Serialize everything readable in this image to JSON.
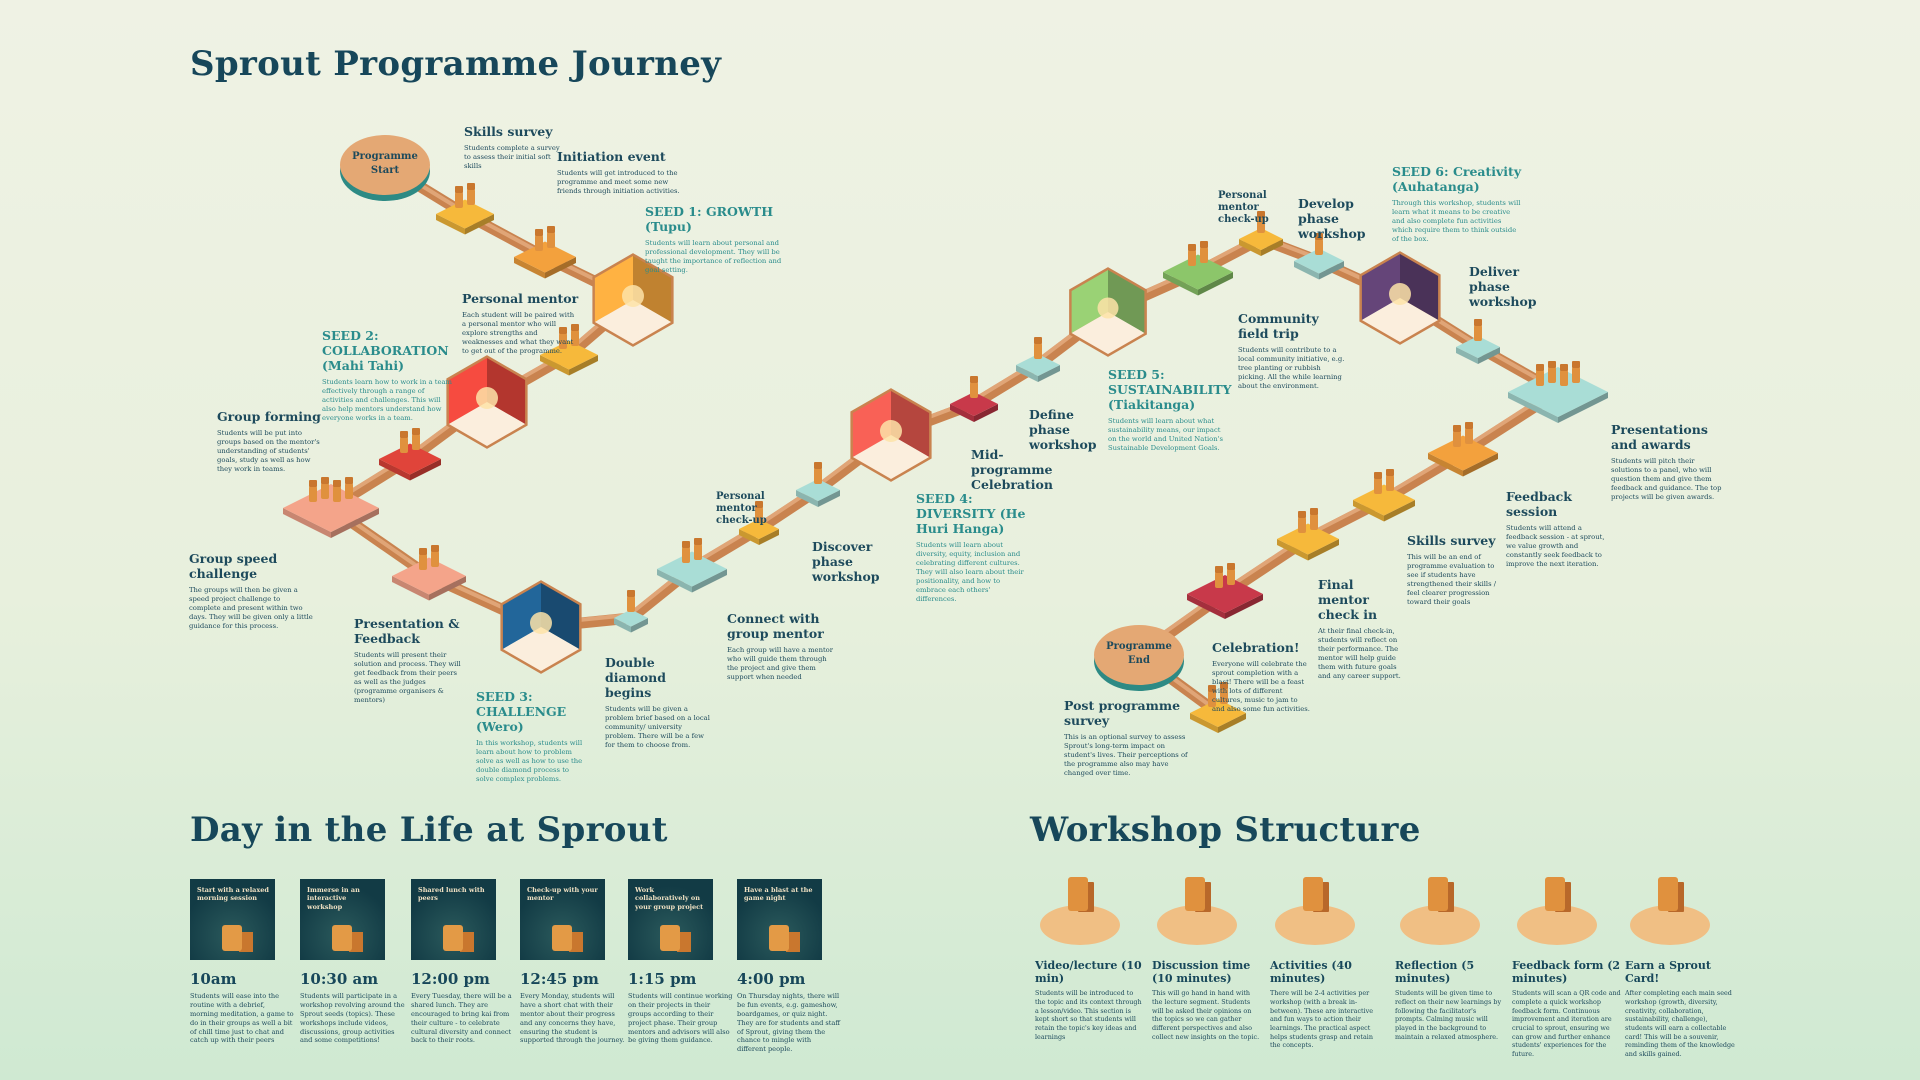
{
  "titles": {
    "journey": "Sprout Programme Journey",
    "day": "Day in the Life at Sprout",
    "workshop": "Workshop Structure"
  },
  "colors": {
    "path": "#c9834f",
    "heading": "#17475a",
    "seed": "#2a8c8c"
  },
  "journey": {
    "nodes": [
      {
        "title": "Programme Start",
        "kind": "circle"
      },
      {
        "title": "Skills survey",
        "desc": "Students complete a survey to assess their initial soft skills",
        "color": "#f6b93b"
      },
      {
        "title": "Initiation event",
        "desc": "Students will get introduced to the programme and meet some new friends through initiation activities.",
        "color": "#f3a13d"
      },
      {
        "title": "SEED 1: GROWTH (Tupu)",
        "desc": "Students will learn about personal and professional development. They will be taught the importance of reflection and goal setting.",
        "color": "#f0a23c",
        "seed": true
      },
      {
        "title": "Personal mentor",
        "desc": "Each student will be paired with a personal mentor who will explore strengths and weaknesses and what they want to get out of the programme.",
        "color": "#f6b93b"
      },
      {
        "title": "SEED 2: COLLABORATION (Mahi Tahi)",
        "desc": "Students learn how to work in a team effectively through a range of activities and challenges. This will also help mentors understand how everyone works in a team.",
        "color": "#e0443a",
        "seed": true
      },
      {
        "title": "Group forming",
        "desc": "Students will be put into groups based on the mentor's understanding of students' goals, study as well as how they work in teams.",
        "color": "#e0443a"
      },
      {
        "title": "Group speed challenge",
        "desc": "The groups will then be given a speed project challenge to complete and present within two days. They will be given only a little guidance for this process.",
        "color": "#f4a48a"
      },
      {
        "title": "Presentation & Feedback",
        "desc": "Students will present their solution and process. They will get feedback from their peers as well as the judges (programme organisers & mentors)",
        "color": "#f4a48a"
      },
      {
        "title": "SEED 3: CHALLENGE (Wero)",
        "desc": "In this workshop, students will learn about how to problem solve as well as how to use the double diamond process to solve complex problems.",
        "color": "#1f5d8c",
        "seed": true
      },
      {
        "title": "Double diamond begins",
        "desc": "Students will be given a problem brief based on a local community/ university problem. There will be a few for them to choose from.",
        "color": "#a9ddd6"
      },
      {
        "title": "Connect with group mentor",
        "desc": "Each group will have a mentor who will guide them through the project and give them support when needed",
        "color": "#a9ddd6"
      },
      {
        "title": "Personal mentor check-up",
        "color": "#f6b93b",
        "small": true
      },
      {
        "title": "Discover phase workshop",
        "color": "#a9ddd6"
      },
      {
        "title": "SEED 4: DIVERSITY (He Huri Hanga)",
        "desc": "Students will learn about diversity, equity, inclusion and celebrating different cultures. They will also learn about their positionality, and how to embrace each others' differences.",
        "color": "#e2584e",
        "seed": true
      },
      {
        "title": "Mid-programme Celebration",
        "color": "#c8394a"
      },
      {
        "title": "Define phase workshop",
        "color": "#a9ddd6"
      },
      {
        "title": "SEED 5: SUSTAINABILITY (Tiakitanga)",
        "desc": "Students will learn about what sustainability means, our impact on the world and United Nation's Sustainable Development Goals.",
        "color": "#8cbf6a",
        "seed": true
      },
      {
        "title": "Community field trip",
        "desc": "Students will contribute to a local community initiative, e.g. tree planting or rubbish picking. All the while learning about the environment.",
        "color": "#8cc66a"
      },
      {
        "title": "Personal mentor check-up",
        "color": "#f6b93b",
        "small": true
      },
      {
        "title": "Develop phase workshop",
        "color": "#a9ddd6"
      },
      {
        "title": "SEED 6: Creativity (Auhatanga)",
        "desc": "Through this workshop, students will learn what it means to be creative and also complete fun activities which require them to think outside of the box.",
        "color": "#5c3f6e",
        "seed": true
      },
      {
        "title": "Deliver phase workshop",
        "color": "#a9ddd6"
      },
      {
        "title": "Presentations and awards",
        "desc": "Students will pitch their solutions to a panel, who will question them and give them feedback and guidance. The top projects will be given awards.",
        "color": "#a9ddd6"
      },
      {
        "title": "Feedback session",
        "desc": "Students will attend a feedback session - at sprout, we value growth and constantly seek feedback to improve the next iteration.",
        "color": "#f3a13d"
      },
      {
        "title": "Skills survey",
        "desc": "This will be an end of programme evaluation to see if students have strengthened their skills / feel clearer progression toward their goals",
        "color": "#f6b93b"
      },
      {
        "title": "Final mentor check in",
        "desc": "At their final check-in, students will reflect on their performance. The mentor will help guide them with future goals and any career support.",
        "color": "#f6b93b"
      },
      {
        "title": "Celebration!",
        "desc": "Everyone will celebrate the sprout completion with a blast! There will be a feast with lots of different cultures, music to jam to and also some fun activities.",
        "color": "#c8394a"
      },
      {
        "title": "Programme End",
        "kind": "circle"
      },
      {
        "title": "Post programme survey",
        "desc": "This is an optional survey to assess Sprout's long-term impact on student's lives. Their perceptions of the programme also may have changed over time.",
        "color": "#f6b93b"
      }
    ]
  },
  "day": [
    {
      "caption": "Start with a relaxed morning session",
      "time": "10am",
      "desc": "Students will ease into the routine with a debrief, morning meditation, a game to do in their groups as well a bit of chill time just to chat and catch up with their peers"
    },
    {
      "caption": "Immerse in an interactive workshop",
      "time": "10:30 am",
      "desc": "Students will participate in a workshop revolving around the Sprout seeds (topics). These workshops include videos, discussions, group activities and some competitions!"
    },
    {
      "caption": "Shared lunch with peers",
      "time": "12:00 pm",
      "desc": "Every Tuesday, there will be a shared lunch. They are encouraged to bring kai from their culture - to celebrate cultural diversity and connect back to their roots."
    },
    {
      "caption": "Check-up with your mentor",
      "time": "12:45 pm",
      "desc": "Every Monday, students will have a short chat with their mentor about their progress and any concerns they have, ensuring the student is supported through the journey."
    },
    {
      "caption": "Work collaboratively on your group project",
      "time": "1:15 pm",
      "desc": "Students will continue working on their projects in their groups according to their project phase. Their group mentors and advisors will also be giving them guidance."
    },
    {
      "caption": "Have a blast at the game night",
      "time": "4:00 pm",
      "desc": "On Thursday nights, there will be fun events, e.g. gameshow, boardgames, or quiz night. They are for students and staff of Sprout, giving them the chance to mingle with different people."
    }
  ],
  "workshop": [
    {
      "title": "Video/lecture (10 min)",
      "desc": "Students will be introduced to the topic and its context through a lesson/video. This section is kept short so that students will retain the topic's key ideas and learnings"
    },
    {
      "title": "Discussion time (10 minutes)",
      "desc": "This will go hand in hand with the lecture segment. Students will be asked their opinions on the topics so we can gather different perspectives and also collect new insights on the topic."
    },
    {
      "title": "Activities (40 minutes)",
      "desc": "There will be 2-4 activities per workshop (with a break in-between). These are interactive and fun ways to action their learnings. The practical aspect helps students grasp and retain the concepts."
    },
    {
      "title": "Reflection (5 minutes)",
      "desc": "Students will be given time to reflect on their new learnings by following the facilitator's prompts. Calming music will played in the background to maintain a relaxed atmosphere."
    },
    {
      "title": "Feedback form (2 minutes)",
      "desc": "Students will scan a QR code and complete a quick workshop feedback form. Continuous improvement and iteration are crucial to sprout, ensuring we can grow and further enhance students' experiences for the future."
    },
    {
      "title": "Earn a Sprout Card!",
      "desc": "After completing each main seed workshop (growth, diversity, creativity, collaboration, sustainability, challenge), students will earn a collectable card! This will be a souvenir, reminding them of the knowledge and skills gained."
    }
  ]
}
